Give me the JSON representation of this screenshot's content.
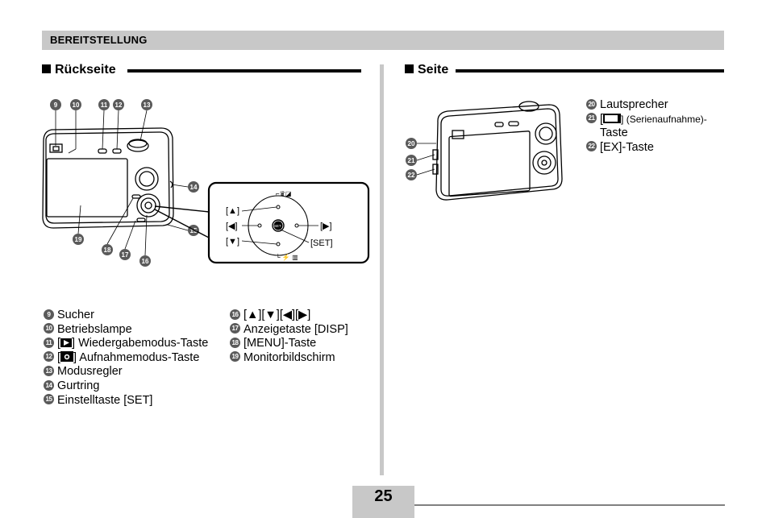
{
  "header": {
    "title": "BEREITSTELLUNG"
  },
  "left_section": {
    "title": "Rückseite"
  },
  "right_section": {
    "title": "Seite"
  },
  "diagram": {
    "callout_numbers": [
      "9",
      "10",
      "11",
      "12",
      "13",
      "14",
      "15",
      "16",
      "17",
      "18",
      "19"
    ],
    "zoom_labels": {
      "up": "[▲]",
      "left": "[◀]",
      "down": "[▼]",
      "right": "[▶]",
      "set": "[SET]",
      "set_button": "SET"
    },
    "side_callouts": [
      "20",
      "21",
      "22"
    ]
  },
  "legend_left_col1": [
    {
      "num": "9",
      "label": "Sucher"
    },
    {
      "num": "10",
      "label": "Betriebslampe"
    },
    {
      "num": "11",
      "pre": "[",
      "icon": "play-icon",
      "label": "] Wiedergabemodus-Taste"
    },
    {
      "num": "12",
      "pre": "[",
      "icon": "camera-icon",
      "label": "] Aufnahmemodus-Taste"
    },
    {
      "num": "13",
      "label": "Modusregler"
    },
    {
      "num": "14",
      "label": "Gurtring"
    },
    {
      "num": "15",
      "label": "Einstelltaste [SET]"
    }
  ],
  "legend_left_col2": [
    {
      "num": "16",
      "label": "[▲][▼][◀][▶]"
    },
    {
      "num": "17",
      "label": "Anzeigetaste [DISP]"
    },
    {
      "num": "18",
      "label": "[MENU]-Taste"
    },
    {
      "num": "19",
      "label": "Monitorbildschirm"
    }
  ],
  "legend_right": [
    {
      "num": "20",
      "label": "Lautsprecher"
    },
    {
      "num": "21",
      "pre": "[",
      "icon": "burst-icon",
      "label": "] (Serienaufnahme)-",
      "label2": "Taste"
    },
    {
      "num": "22",
      "label": "[EX]-Taste"
    }
  ],
  "footer": {
    "page_number": "25"
  }
}
